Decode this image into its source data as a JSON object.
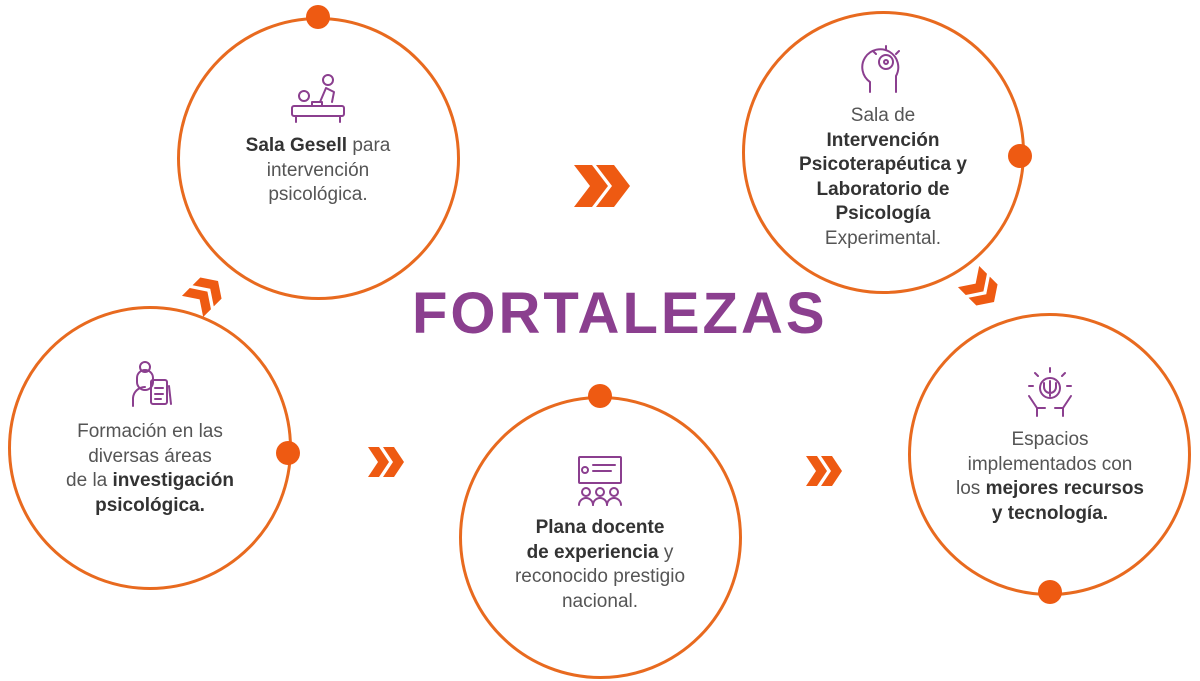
{
  "title": "FORTALEZAS",
  "colors": {
    "accent": "#e86a1f",
    "dot": "#ee5a12",
    "title": "#8b3f8f",
    "icon": "#8b3f8f",
    "text": "#555555"
  },
  "cards": [
    {
      "id": "formacion",
      "icon": "researcher-icon",
      "lines": [
        {
          "a": "Formación en las",
          "b": "",
          "c": ""
        },
        {
          "a": "diversas áreas",
          "b": "",
          "c": ""
        },
        {
          "a": "de la ",
          "b": "investigación",
          "c": ""
        },
        {
          "a": "",
          "b": "psicológica.",
          "c": ""
        }
      ]
    },
    {
      "id": "gesell",
      "icon": "therapy-room-icon",
      "lines": [
        {
          "a": "",
          "b": "Sala Gesell",
          "c": " para"
        },
        {
          "a": "intervención",
          "b": "",
          "c": ""
        },
        {
          "a": "psicológica.",
          "b": "",
          "c": ""
        }
      ]
    },
    {
      "id": "plana",
      "icon": "teacher-presentation-icon",
      "lines": [
        {
          "a": "",
          "b": "Plana docente",
          "c": ""
        },
        {
          "a": "",
          "b": "de experiencia",
          "c": " y"
        },
        {
          "a": "reconocido prestigio",
          "b": "",
          "c": ""
        },
        {
          "a": "nacional.",
          "b": "",
          "c": ""
        }
      ]
    },
    {
      "id": "sala",
      "icon": "mind-head-icon",
      "lines": [
        {
          "a": "Sala de",
          "b": "",
          "c": ""
        },
        {
          "a": "",
          "b": "Intervención",
          "c": ""
        },
        {
          "a": "",
          "b": "Psicoterapéutica y",
          "c": ""
        },
        {
          "a": "",
          "b": "Laboratorio de",
          "c": ""
        },
        {
          "a": "",
          "b": "Psicología",
          "c": ""
        },
        {
          "a": "Experimental.",
          "b": "",
          "c": ""
        }
      ]
    },
    {
      "id": "espacios",
      "icon": "psi-hands-icon",
      "lines": [
        {
          "a": "Espacios",
          "b": "",
          "c": ""
        },
        {
          "a": "implementados con",
          "b": "",
          "c": ""
        },
        {
          "a": "los ",
          "b": "mejores recursos",
          "c": ""
        },
        {
          "a": "",
          "b": "y tecnología.",
          "c": ""
        }
      ]
    }
  ]
}
